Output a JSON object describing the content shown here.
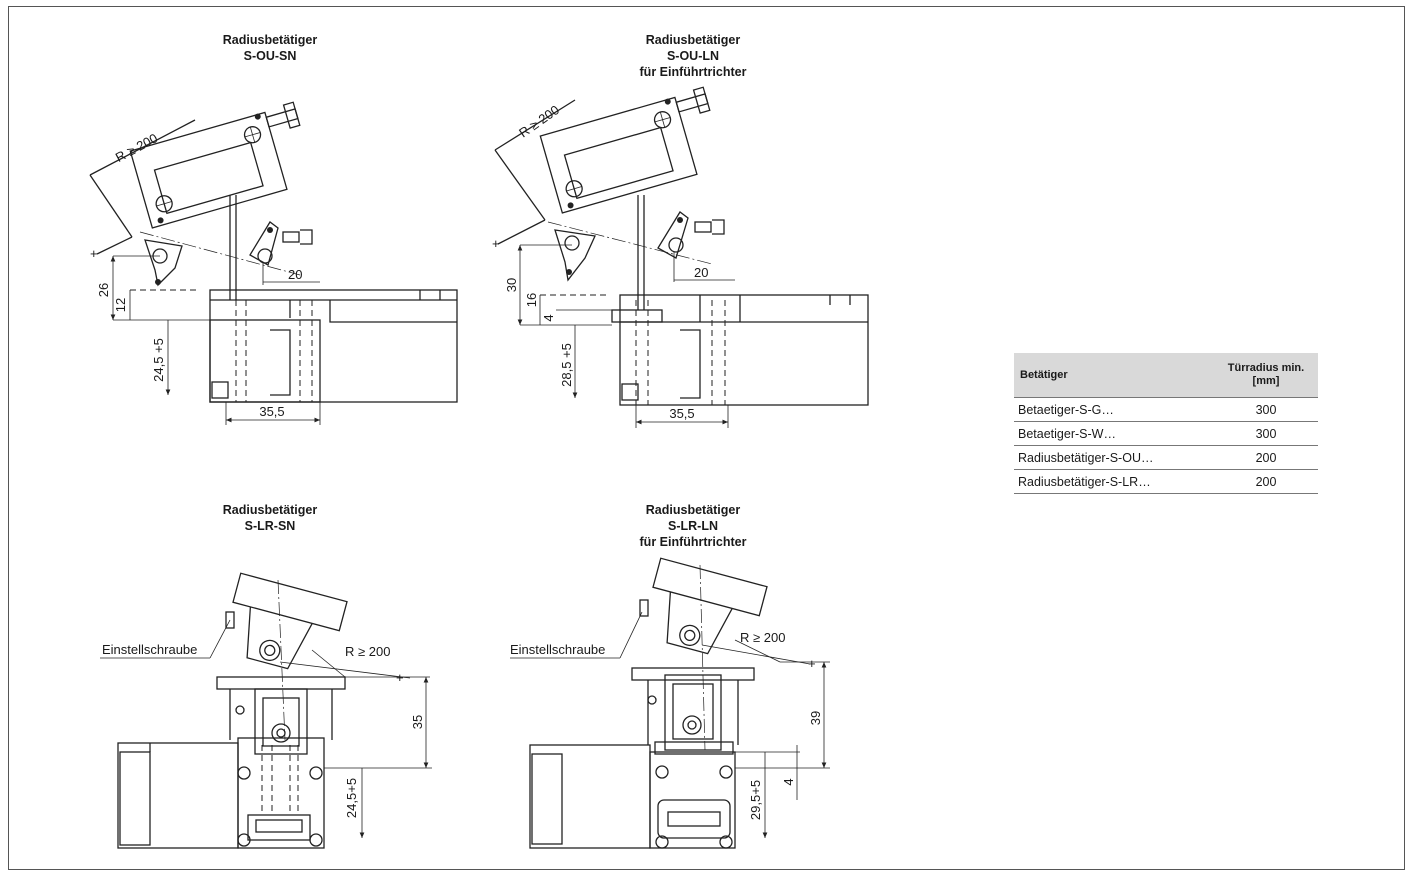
{
  "drawings": {
    "top_left": {
      "title_line1": "Radiusbetätiger",
      "title_line2": "S-OU-SN",
      "radius": "R ≥ 200",
      "dim_26": "26",
      "dim_12": "12",
      "dim_20": "20",
      "dim_depth": "24,5 +5",
      "dim_width": "35,5"
    },
    "top_middle": {
      "title_line1": "Radiusbetätiger",
      "title_line2": "S-OU-LN",
      "title_line3": "für Einführtrichter",
      "radius": "R ≥ 200",
      "dim_30": "30",
      "dim_16": "16",
      "dim_4": "4",
      "dim_20": "20",
      "dim_depth": "28,5 +5",
      "dim_width": "35,5"
    },
    "bottom_left": {
      "title_line1": "Radiusbetätiger",
      "title_line2": "S-LR-SN",
      "screw_label": "Einstellschraube",
      "radius": "R ≥ 200",
      "dim_35": "35",
      "dim_depth": "24,5+5"
    },
    "bottom_middle": {
      "title_line1": "Radiusbetätiger",
      "title_line2": "S-LR-LN",
      "title_line3": "für Einführtrichter",
      "screw_label": "Einstellschraube",
      "radius": "R ≥ 200",
      "dim_39": "39",
      "dim_4": "4",
      "dim_depth": "29,5+5"
    }
  },
  "table": {
    "header_col1": "Betätiger",
    "header_col2_line1": "Türradius min.",
    "header_col2_line2": "[mm]",
    "rows": [
      {
        "name": "Betaetiger-S-G…",
        "value": "300"
      },
      {
        "name": "Betaetiger-S-W…",
        "value": "300"
      },
      {
        "name": "Radiusbetätiger-S-OU…",
        "value": "200"
      },
      {
        "name": "Radiusbetätiger-S-LR…",
        "value": "200"
      }
    ]
  }
}
